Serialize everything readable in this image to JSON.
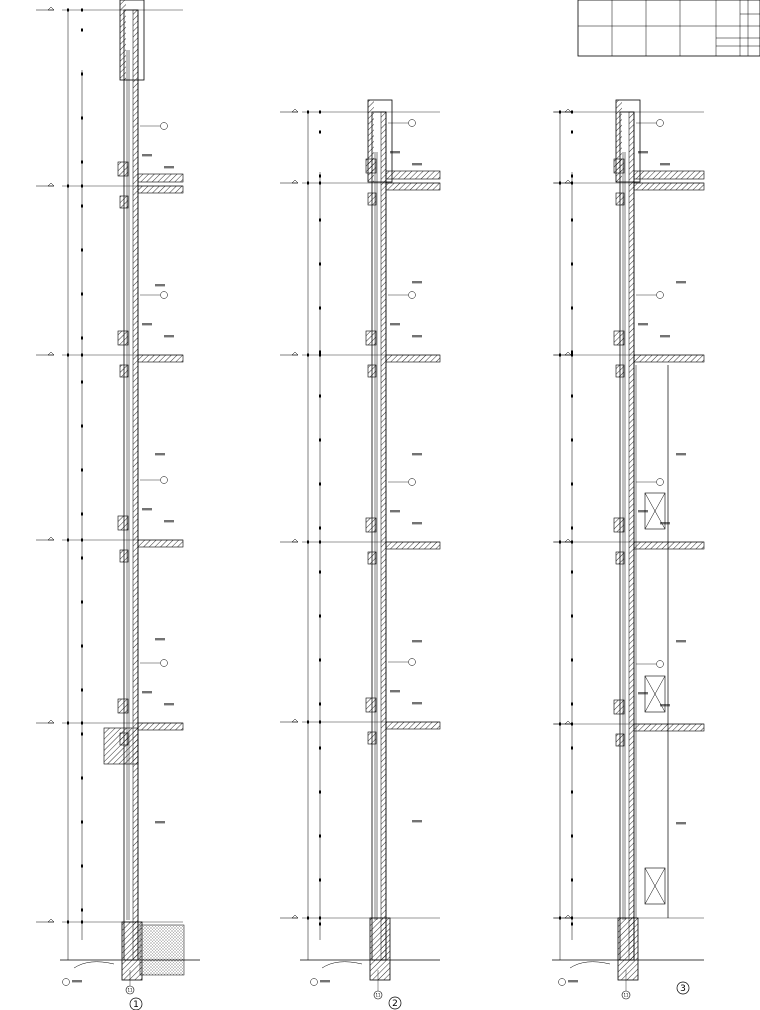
{
  "sheet": {
    "title_block_labels": [
      "",
      "",
      "",
      "",
      ""
    ],
    "title_block_rows": [
      "",
      "",
      "",
      ""
    ]
  },
  "sections": [
    {
      "id": "1",
      "number": "1",
      "axis_label": "11",
      "levels": [
        "",
        "",
        "",
        "",
        "",
        ""
      ],
      "room_notes": [],
      "callout_tag": ""
    },
    {
      "id": "2",
      "number": "2",
      "axis_label": "11",
      "levels": [
        "",
        "",
        "",
        "",
        "",
        ""
      ],
      "room_notes": [],
      "callout_tag": ""
    },
    {
      "id": "3",
      "number": "3",
      "axis_label": "11",
      "levels": [
        "",
        "",
        "",
        "",
        "",
        ""
      ],
      "room_notes": [],
      "callout_tag": ""
    }
  ]
}
